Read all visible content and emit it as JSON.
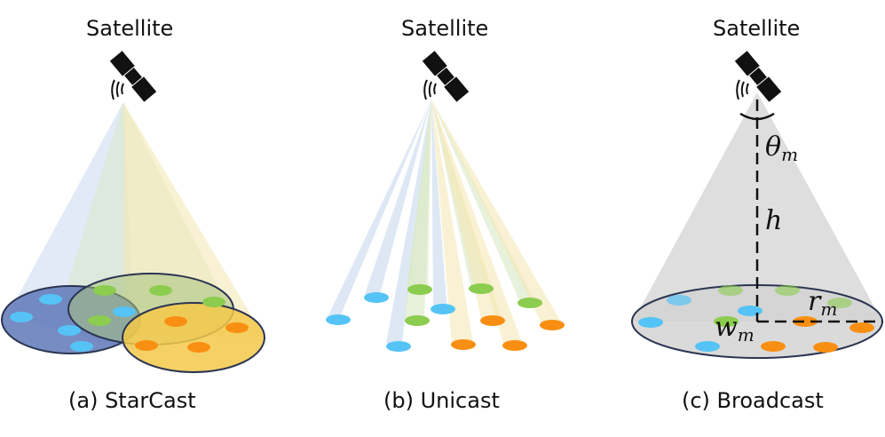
{
  "panels": [
    {
      "satellite_label": "Satellite",
      "caption": "(a) StarCast"
    },
    {
      "satellite_label": "Satellite",
      "caption": "(b) Unicast"
    },
    {
      "satellite_label": "Satellite",
      "caption": "(c) Broadcast"
    }
  ],
  "symbols": {
    "theta": "θ",
    "theta_sub": "m",
    "h": "h",
    "r": "r",
    "r_sub": "m",
    "w": "w",
    "w_sub": "m"
  },
  "colors": {
    "user_blue": "#55c3f5",
    "user_green": "#8ccc4e",
    "user_orange": "#f98f12",
    "beam_blue": "#c8d8ef",
    "beam_yellow": "#f4e7b5",
    "beam_green": "#d9e8c4",
    "beam_gray": "#c8c8c8",
    "cell_blue": "#5f78b8",
    "cell_green": "#a9c27e",
    "cell_yellow": "#f3c94a",
    "cell_outline": "#2b3552"
  }
}
